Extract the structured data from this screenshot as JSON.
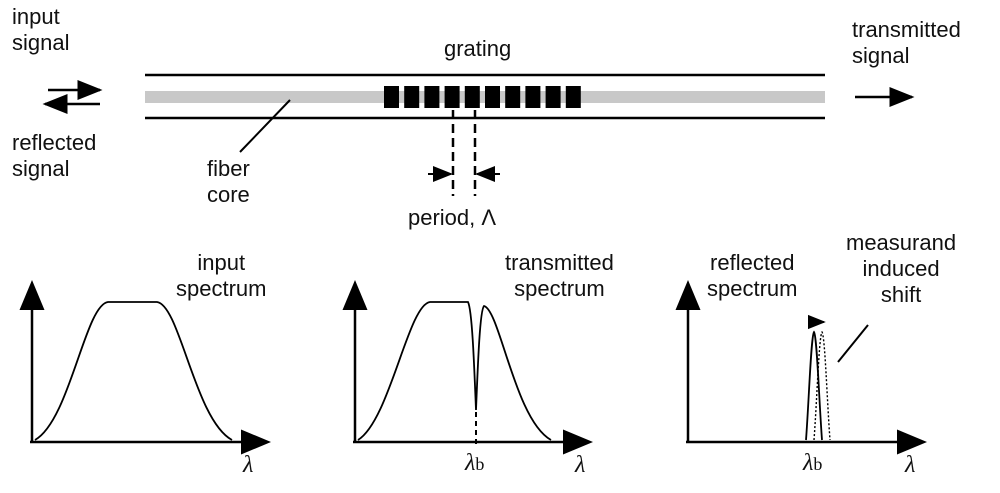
{
  "top": {
    "input_signal": [
      "input",
      "signal"
    ],
    "reflected_signal": [
      "reflected",
      "signal"
    ],
    "grating": "grating",
    "transmitted_signal": [
      "transmitted",
      "signal"
    ],
    "fiber_core": [
      "fiber",
      "core"
    ],
    "period": "period, Λ"
  },
  "panels": {
    "input": {
      "title": [
        "input",
        "spectrum"
      ],
      "axis": "λ"
    },
    "transmitted": {
      "title": [
        "transmitted",
        "spectrum"
      ],
      "axis": "λ",
      "marker": "λ",
      "marker_sub": "b"
    },
    "reflected": {
      "title": [
        "reflected",
        "spectrum"
      ],
      "axis": "λ",
      "marker": "λ",
      "marker_sub": "b",
      "shift_label": [
        "measurand",
        "induced",
        "shift"
      ]
    }
  },
  "colors": {
    "core": "#c8c8c8",
    "ink": "#000000"
  }
}
